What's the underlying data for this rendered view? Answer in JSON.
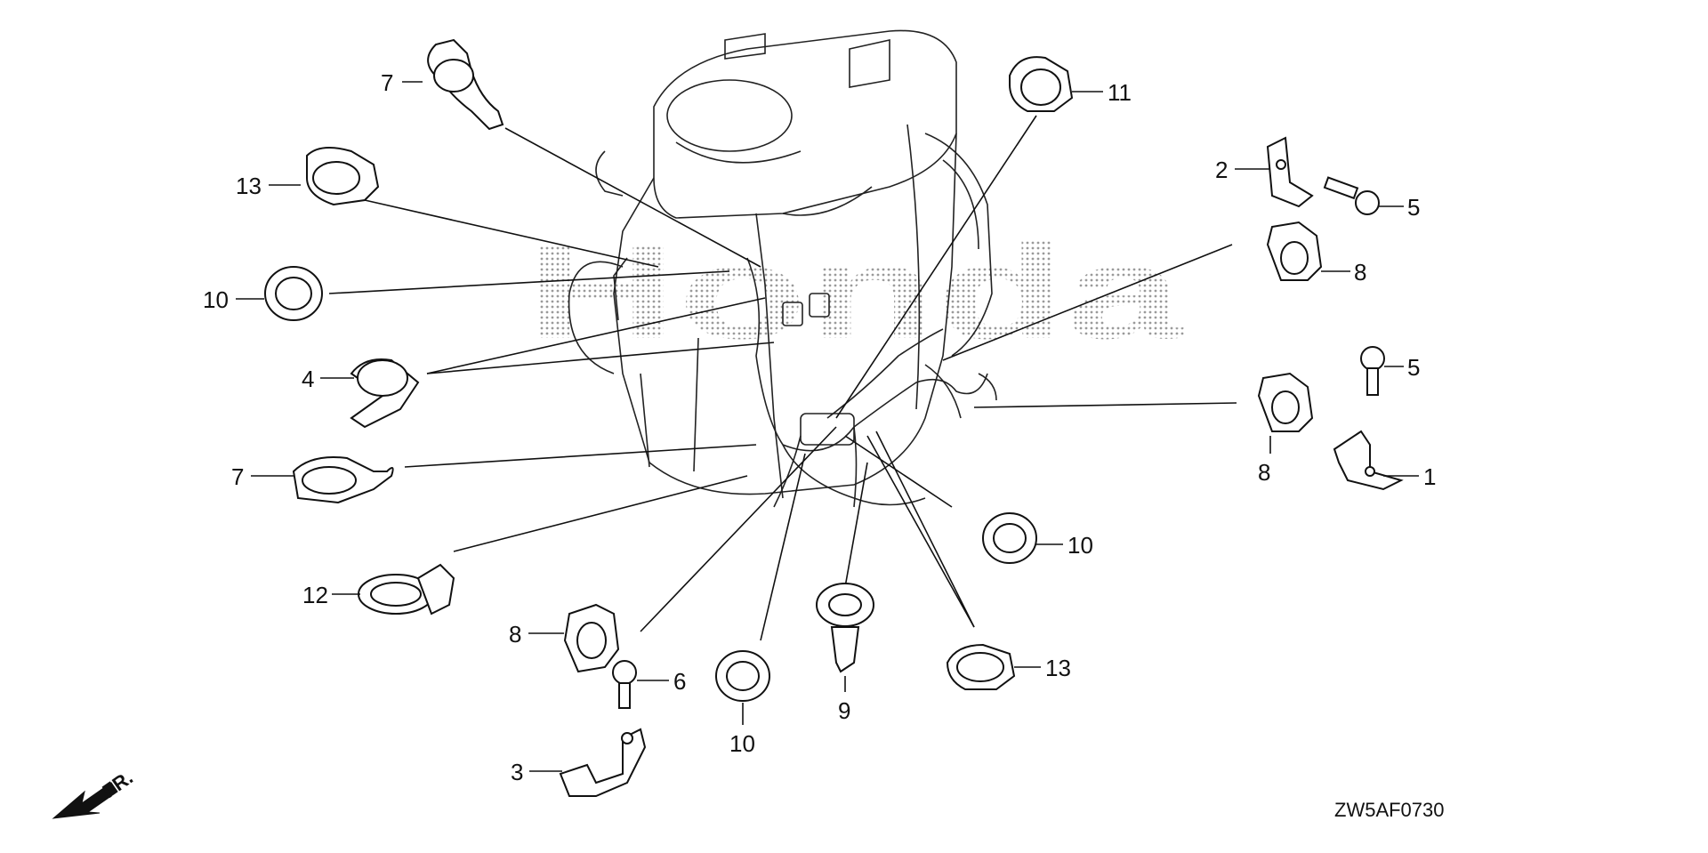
{
  "diagram": {
    "watermark": "Honda",
    "drawing_code": "ZW5AF0730",
    "direction_label": "FR.",
    "callouts": {
      "c7a": "7",
      "c13a": "13",
      "c10a": "10",
      "c4": "4",
      "c7b": "7",
      "c12": "12",
      "c8a": "8",
      "c6": "6",
      "c3": "3",
      "c10b": "10",
      "c9": "9",
      "c13b": "13",
      "c10c": "10",
      "c11": "11",
      "c2": "2",
      "c5a": "5",
      "c8b": "8",
      "c5b": "5",
      "c1": "1",
      "c8c": "8"
    }
  }
}
